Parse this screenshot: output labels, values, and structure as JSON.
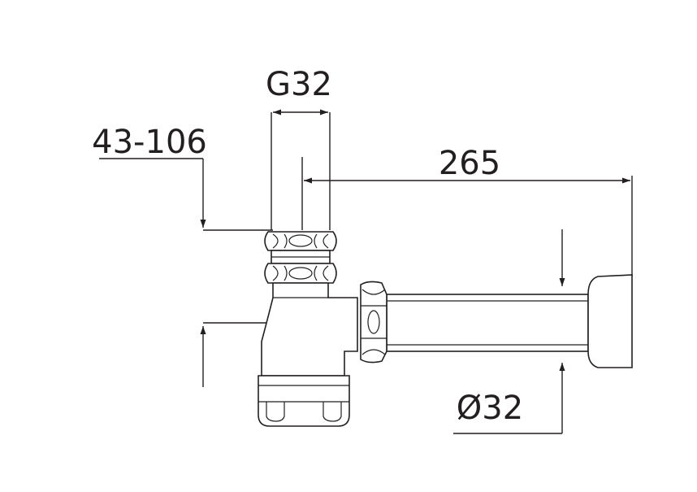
{
  "dimensions": {
    "thread": "G32",
    "height_range": "43-106",
    "length": "265",
    "diameter": "Ø32"
  },
  "colors": {
    "line": "#231f20",
    "background": "#ffffff"
  }
}
